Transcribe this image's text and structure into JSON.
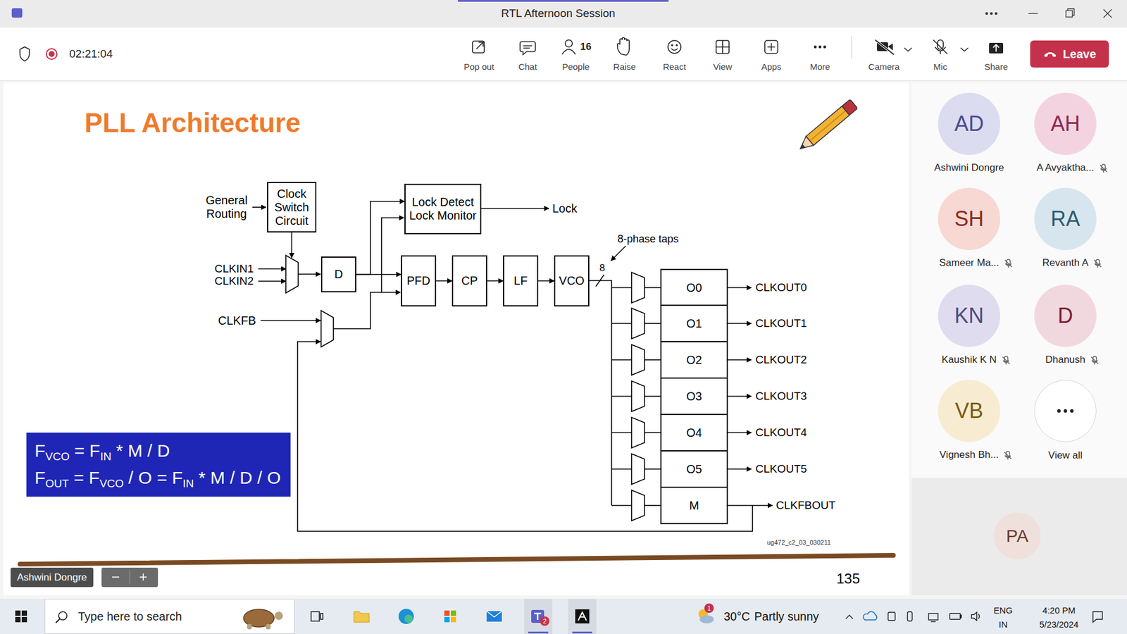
{
  "diagram": {
    "title": "PLL Architecture",
    "nodes": [
      {
        "text": [
          "Leave"
        ]
      },
      {
        "text": [
          "Clock Switch Circuit"
        ]
      },
      {
        "text": [
          "Lock Detect",
          "Lock Monitor"
        ]
      },
      {
        "text": [
          "D"
        ]
      },
      {
        "text": [
          "PFD"
        ]
      },
      {
        "text": [
          "CP"
        ]
      },
      {
        "text": [
          "LF"
        ]
      },
      {
        "text": [
          "VCO"
        ]
      },
      {
        "text": [
          "O0"
        ]
      },
      {
        "text": [
          "O1"
        ]
      },
      {
        "text": [
          "O2"
        ]
      },
      {
        "text": [
          "O3"
        ]
      },
      {
        "text": [
          "O4"
        ]
      },
      {
        "text": [
          "O5"
        ]
      },
      {
        "text": [
          "M"
        ]
      },
      {
        "text": [
          "F",
          "VCO",
          "= F",
          "IN",
          "* M / D",
          "F",
          "OUT",
          "= F",
          "VCO",
          "/ O = F",
          "IN",
          "* M / D / O"
        ]
      },
      {
        "text": [
          "AD",
          "Ashwini Dongre"
        ]
      },
      {
        "text": [
          "AH",
          "A Avyaktha..."
        ]
      },
      {
        "text": [
          "SH",
          "Sameer Ma..."
        ]
      },
      {
        "text": [
          "RA",
          "Revanth A"
        ]
      },
      {
        "text": [
          "KN",
          "Kaushik K N"
        ]
      },
      {
        "text": [
          "D",
          "Dhanush"
        ]
      },
      {
        "text": [
          "VB",
          "Vignesh Bh..."
        ]
      },
      {
        "text": [
          "View all"
        ]
      },
      {
        "text": [
          "PA"
        ]
      },
      {
        "text": [
          "Ashwini Dongre"
        ]
      },
      {
        "text": [
          "Type here to search"
        ]
      }
    ],
    "edges": [
      {
        "from": 3,
        "to": 4,
        "arrow": "to"
      },
      {
        "from": 3,
        "to": 2,
        "arrow": "to"
      },
      {
        "from": 4,
        "to": 5,
        "arrow": "to"
      },
      {
        "from": 5,
        "to": 6,
        "arrow": "to"
      },
      {
        "from": 6,
        "to": 7,
        "arrow": "to"
      }
    ],
    "labels": [
      "RTL Afternoon Session",
      "02:21:04",
      "Pop out",
      "Chat",
      "16",
      "People",
      "Raise",
      "React",
      "View",
      "Apps",
      "More",
      "Camera",
      "Mic",
      "Share",
      "General Routing",
      "CLKIN1",
      "CLKIN2",
      "CLKFB",
      "Lock",
      "8-phase taps",
      "8",
      "CLKOUT0",
      "CLKOUT1",
      "CLKOUT2",
      "CLKOUT3",
      "CLKOUT4",
      "CLKOUT5",
      "CLKFBOUT",
      "ug472_c2_03_030211",
      "135",
      "30°C",
      "Partly sunny",
      "ENG",
      "IN",
      "4:20 PM",
      "5/23/2024",
      "1",
      "2"
    ]
  }
}
